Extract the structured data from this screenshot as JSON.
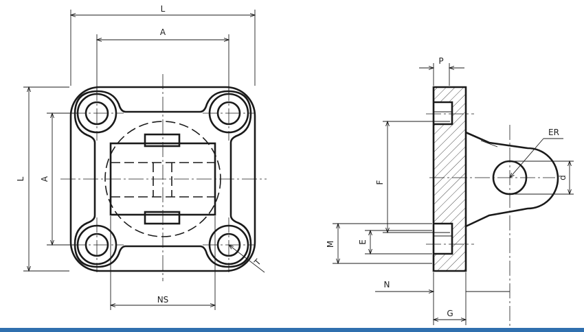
{
  "labels": {
    "L_top": "L",
    "A_top": "A",
    "L_left": "L",
    "A_left": "A",
    "T": "T",
    "NS": "NS",
    "P": "P",
    "ER": "ER",
    "F": "F",
    "d": "d",
    "M": "M",
    "E": "E",
    "N": "N",
    "G": "G"
  },
  "colors": {
    "line": "#1a1a1a",
    "bottom_bar": "#2f6fae"
  }
}
